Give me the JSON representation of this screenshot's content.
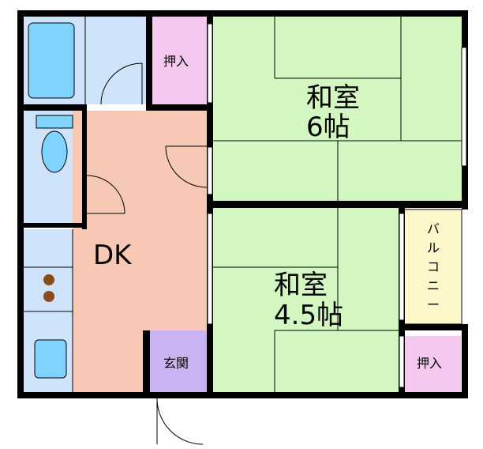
{
  "rooms": {
    "washitsu_6": {
      "name": "和室",
      "size": "6帖"
    },
    "washitsu_45": {
      "name": "和室",
      "size": "4.5帖"
    },
    "dk": {
      "name": "DK"
    },
    "oshiire_top": {
      "name": "押入"
    },
    "oshiire_bottom": {
      "name": "押入"
    },
    "genkan": {
      "name": "玄関"
    },
    "balcony": {
      "name": "バルコニー"
    }
  },
  "colors": {
    "tatami": "#d4f7c2",
    "dk": "#f7c9b5",
    "wet_area": "#cfe3fb",
    "fixture": "#80d2ff",
    "oshiire": "#f5c8ef",
    "genkan": "#c9b3f0",
    "balcony": "#fbf7c9",
    "wall": "#000000",
    "stove_burner": "#8a4b1b"
  }
}
